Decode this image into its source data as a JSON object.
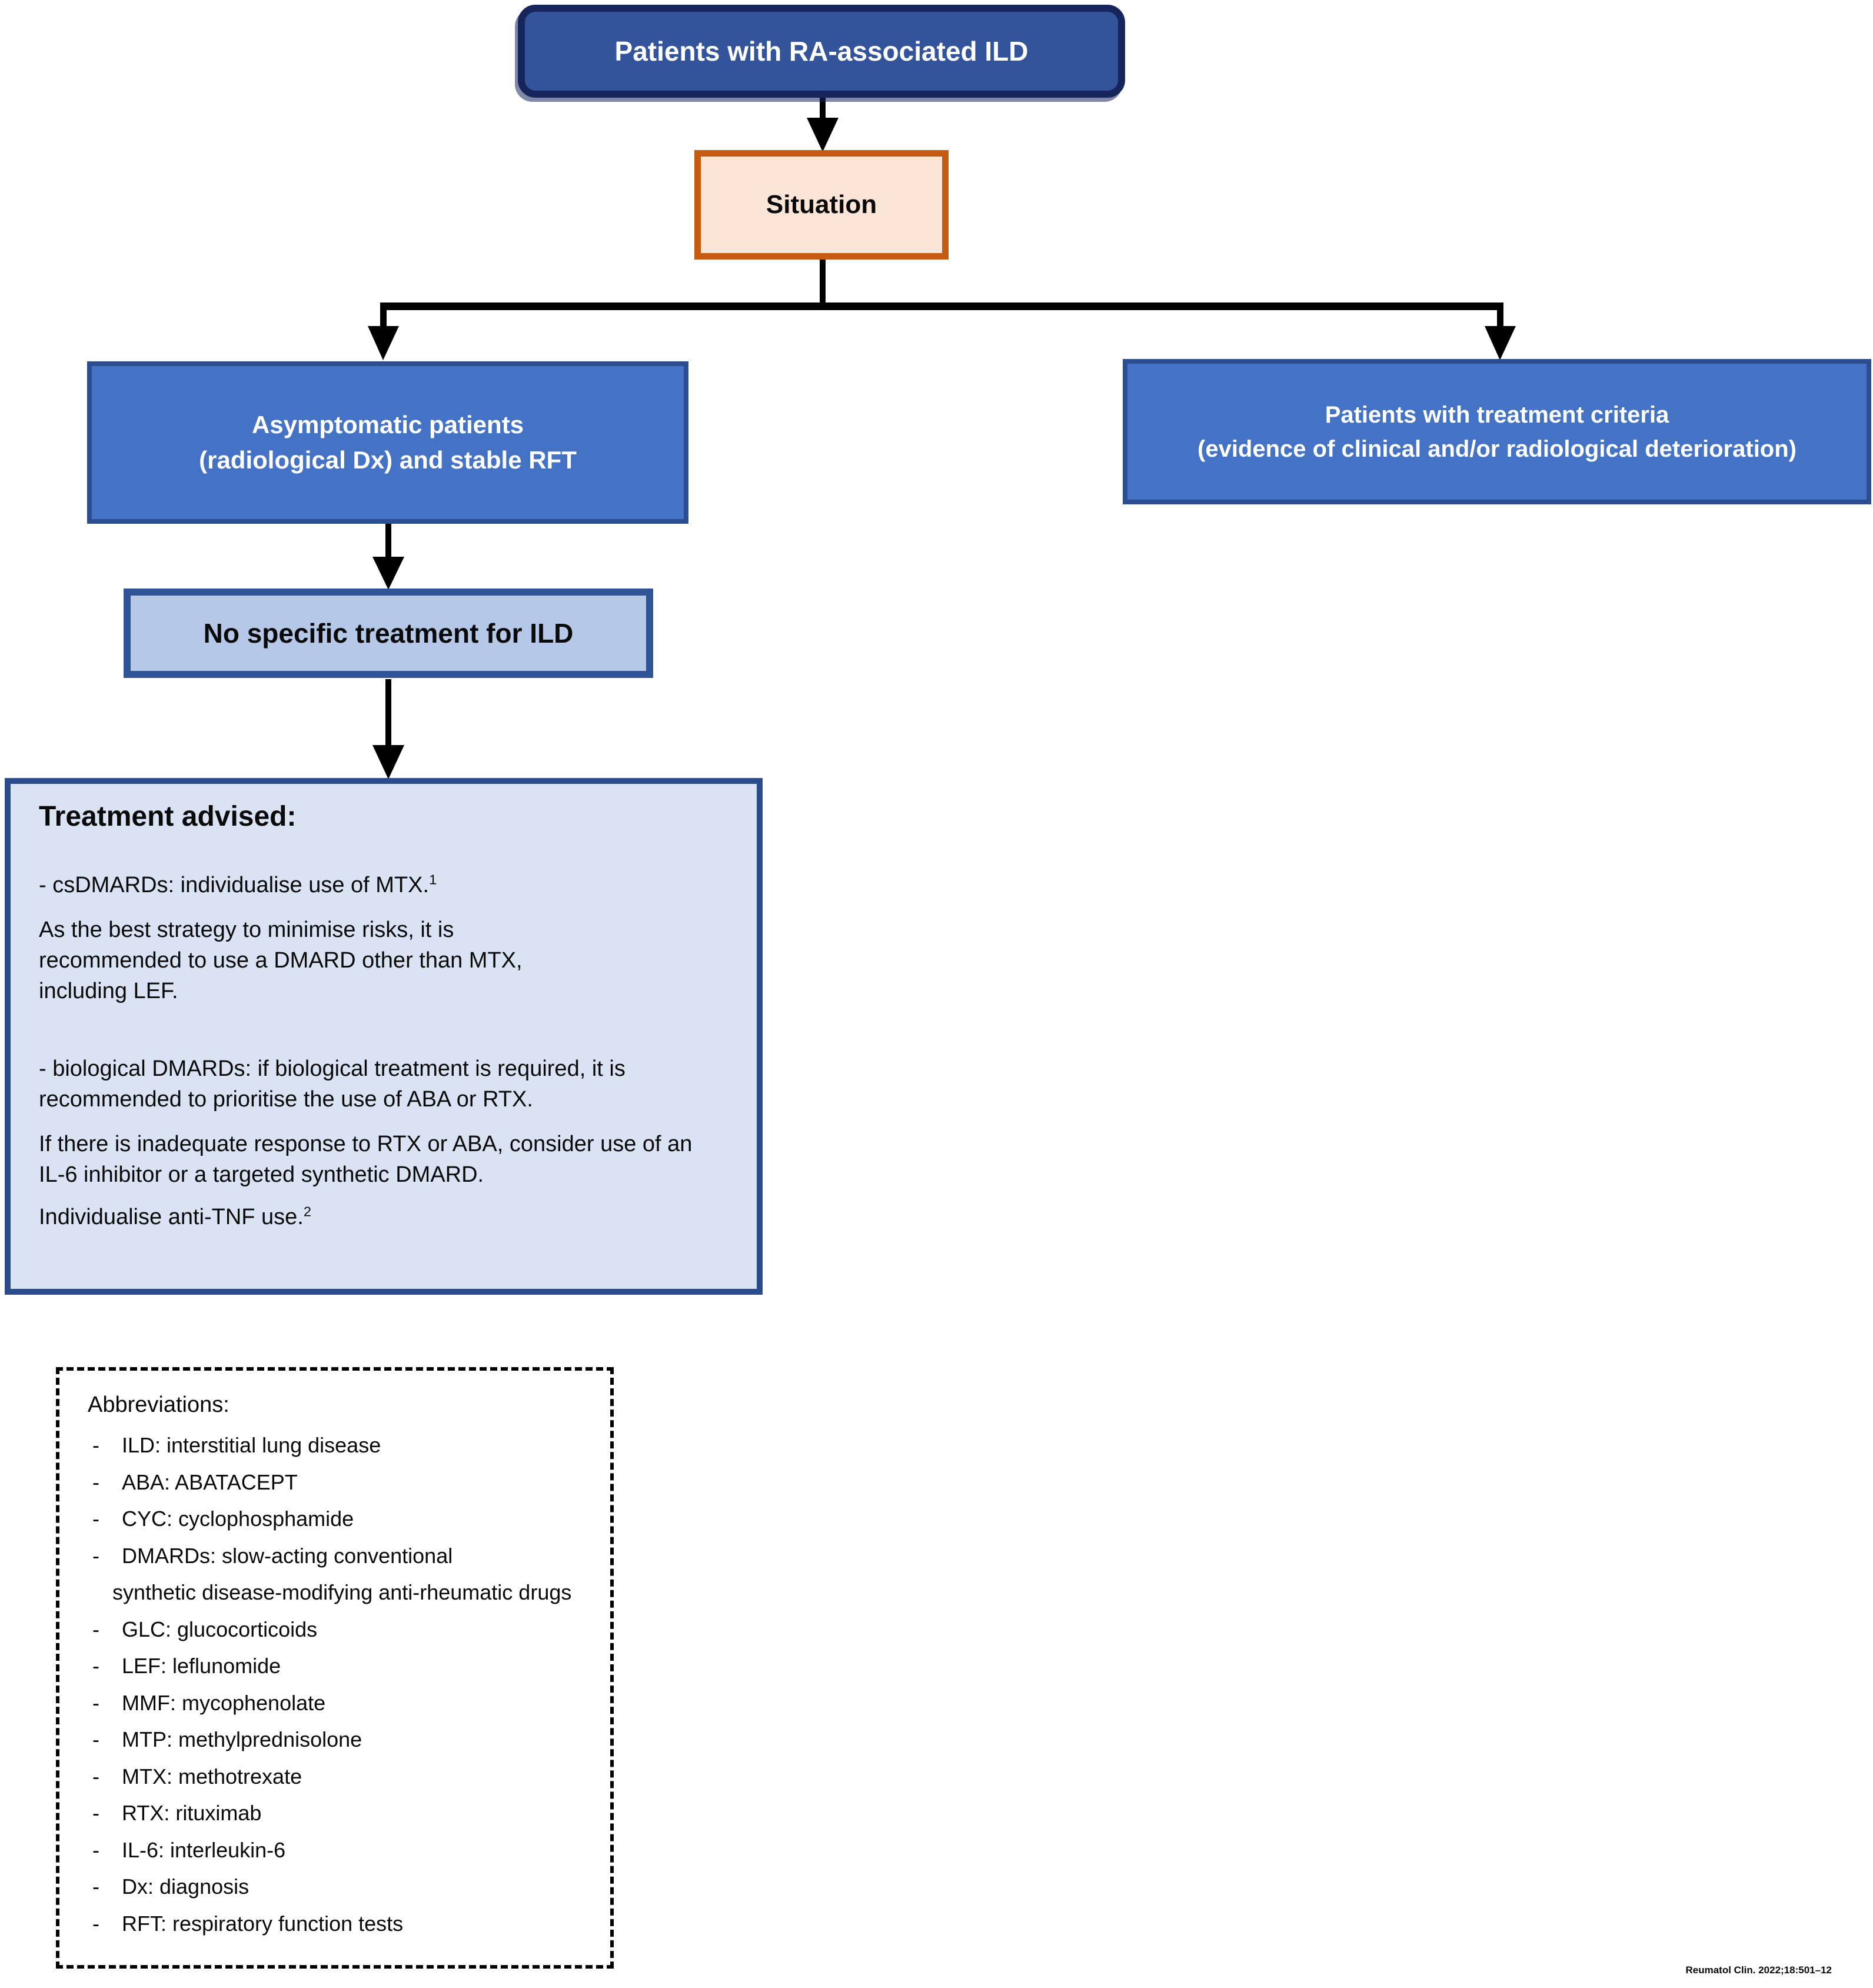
{
  "flowchart": {
    "root": {
      "label": "Patients with RA-associated ILD"
    },
    "situation": {
      "label": "Situation"
    },
    "left_branch": {
      "line1": "Asymptomatic patients",
      "line2": "(radiological Dx) and stable RFT"
    },
    "right_branch": {
      "line1": "Patients with treatment criteria",
      "line2": "(evidence of clinical and/or radiological deterioration)"
    },
    "no_treatment": {
      "label": "No specific treatment for ILD"
    },
    "treatment": {
      "heading": "Treatment advised:",
      "p1": {
        "text": "- csDMARDs: individualise use of MTX.",
        "sup": "1"
      },
      "p2": {
        "lines": [
          "As the best strategy to minimise risks, it is",
          "recommended to use a DMARD other than MTX,",
          "including LEF."
        ]
      },
      "p3": {
        "lines": [
          "- biological DMARDs: if biological treatment is required, it is",
          "recommended to prioritise the use of ABA or RTX."
        ]
      },
      "p4": {
        "lines": [
          "If there is inadequate response to RTX or ABA, consider use of an",
          "IL-6 inhibitor or a targeted synthetic DMARD."
        ]
      },
      "p5": {
        "text": "Individualise anti-TNF use.",
        "sup": "2"
      }
    }
  },
  "abbreviations": {
    "title": "Abbreviations:",
    "items": [
      {
        "bullet": "-",
        "text": "ILD: interstitial lung disease"
      },
      {
        "bullet": "-",
        "text": "ABA: ABATACEPT"
      },
      {
        "bullet": "-",
        "text": "CYC: cyclophosphamide"
      },
      {
        "bullet": "-",
        "text": "DMARDs: slow-acting conventional"
      },
      {
        "bullet": "",
        "text": "synthetic disease-modifying anti-rheumatic drugs"
      },
      {
        "bullet": "-",
        "text": "GLC: glucocorticoids"
      },
      {
        "bullet": "-",
        "text": "LEF: leflunomide"
      },
      {
        "bullet": "-",
        "text": "MMF: mycophenolate"
      },
      {
        "bullet": "-",
        "text": "MTP: methylprednisolone"
      },
      {
        "bullet": "-",
        "text": "MTX: methotrexate"
      },
      {
        "bullet": "-",
        "text": "RTX: rituximab"
      },
      {
        "bullet": "-",
        "text": "IL-6: interleukin-6"
      },
      {
        "bullet": "-",
        "text": "Dx: diagnosis"
      },
      {
        "bullet": "-",
        "text": "RFT: respiratory function tests"
      }
    ]
  },
  "citation": "Reumatol Clin. 2022;18:501–12",
  "colors": {
    "root_fill": "#33539A",
    "root_border": "#16265C",
    "branch_fill": "#4472C4",
    "branch_border": "#2C4D8F",
    "situation_fill": "#FBE5D6",
    "situation_border": "#C55A11",
    "no_treatment_fill": "#B6C8E8",
    "treatment_fill": "#DAE3F3",
    "dark_blue_border": "#2F5496",
    "arrow": "#000000"
  }
}
